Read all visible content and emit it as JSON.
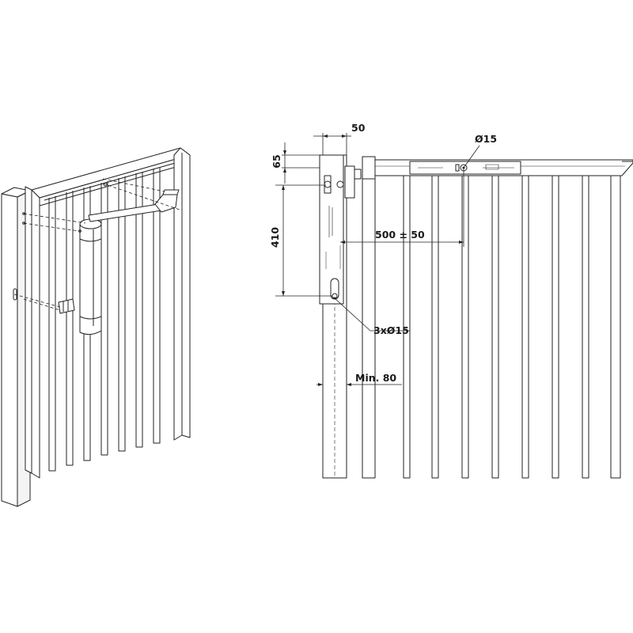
{
  "dimensions": {
    "post_width": "50",
    "top_offset": "65",
    "hole_spacing": "410",
    "arm_distance": "500 ± 50",
    "arm_hole": "Ø15",
    "post_holes": "3xØ15",
    "min_gap": "Min. 80"
  }
}
